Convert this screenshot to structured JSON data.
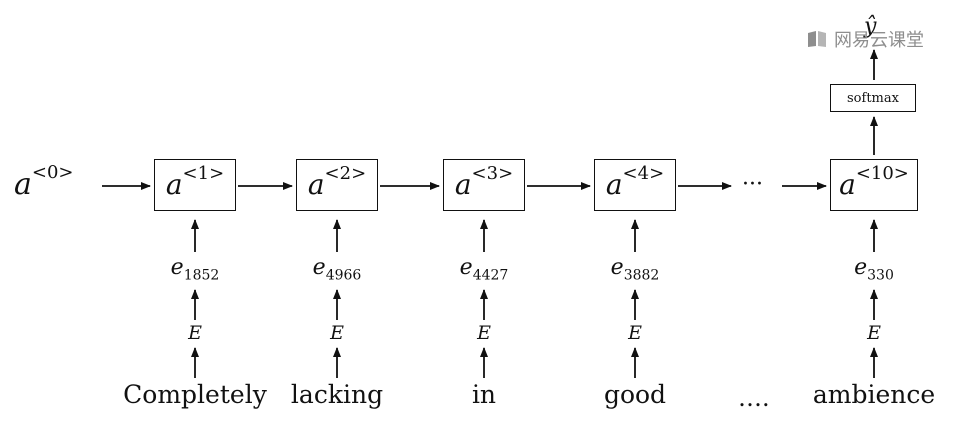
{
  "initial_activation": {
    "base": "a",
    "sup": "<0>"
  },
  "cells": [
    {
      "base": "a",
      "sup": "<1>",
      "embedding_base": "e",
      "embedding_sub": "1852",
      "matrix": "E",
      "word": "Completely"
    },
    {
      "base": "a",
      "sup": "<2>",
      "embedding_base": "e",
      "embedding_sub": "4966",
      "matrix": "E",
      "word": "lacking"
    },
    {
      "base": "a",
      "sup": "<3>",
      "embedding_base": "e",
      "embedding_sub": "4427",
      "matrix": "E",
      "word": "in"
    },
    {
      "base": "a",
      "sup": "<4>",
      "embedding_base": "e",
      "embedding_sub": "3882",
      "matrix": "E",
      "word": "good"
    },
    {
      "base": "a",
      "sup": "<10>",
      "embedding_base": "e",
      "embedding_sub": "330",
      "matrix": "E",
      "word": "ambience"
    }
  ],
  "ellipsis_horizontal": "···",
  "ellipsis_words": "….",
  "softmax_label": "softmax",
  "output_label": "ŷ",
  "watermark": {
    "text": "网易云课堂",
    "icon": "book-icon"
  }
}
